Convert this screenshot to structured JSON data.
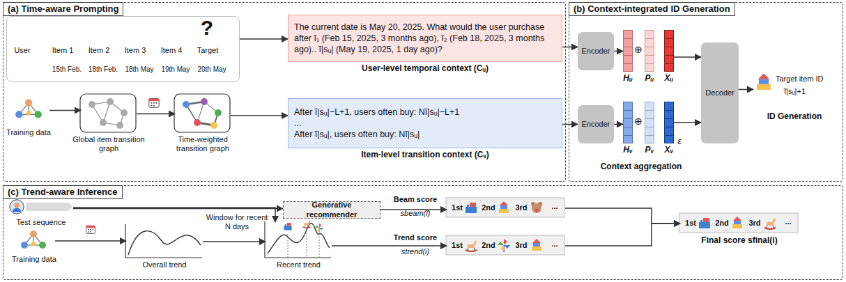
{
  "diagram": {
    "nodes": [
      {
        "text": [
          "(a) Time-aware Prompting"
        ]
      },
      {
        "text": [
          "User",
          "Item 1",
          "Item 2",
          "Item 3",
          "Item 4",
          "Target",
          "15th Feb.",
          "18th Feb.",
          "18th May",
          "19th May",
          "20th May"
        ],
        "in": 0
      },
      {
        "text": [
          "The current date is May 20, 2025. What would the user purchase after ĩ₁ (Feb 15, 2025, 3 months ago), ĩ₂ (Feb 18, 2025, 3 months ago).. ĩ|sᵤ| (May 19, 2025, 1 day ago)?",
          "User-level temporal context (Cᵤ)"
        ],
        "in": 0
      },
      {
        "text": [
          "Training data"
        ],
        "in": 0
      },
      {
        "text": [
          "Global item transition graph"
        ],
        "in": 0
      },
      {
        "text": [
          "Time-weighted transition graph"
        ],
        "in": 0
      },
      {
        "text": [
          "After ĩ|sᵤ|−L+1, users often buy: Nĩ|sᵤ|−L+1",
          "...",
          "After ĩ|sᵤ|, users often buy: Nĩ|sᵤ|",
          "Item-level transition context (Cᵥ)"
        ],
        "in": 0
      },
      {
        "text": [
          "(b) Context-integrated ID Generation"
        ]
      },
      {
        "text": [
          "Encoder"
        ],
        "in": 7
      },
      {
        "text": [
          "Hᵤ"
        ],
        "in": 7
      },
      {
        "text": [
          "Pᵤ"
        ],
        "in": 7
      },
      {
        "text": [
          "Xᵤ"
        ],
        "in": 7
      },
      {
        "text": [
          "Encoder"
        ],
        "in": 7
      },
      {
        "text": [
          "Hᵥ"
        ],
        "in": 7
      },
      {
        "text": [
          "Pᵥ"
        ],
        "in": 7
      },
      {
        "text": [
          "Xᵥ"
        ],
        "in": 7
      },
      {
        "text": [
          "Decoder"
        ],
        "in": 7
      },
      {
        "text": [
          "Target item ID",
          "ĩ|sᵤ|+1"
        ],
        "in": 7
      },
      {
        "text": [
          "(c) Trend-aware Inference"
        ]
      },
      {
        "text": [
          "Test sequence"
        ],
        "in": 18
      },
      {
        "text": [
          "Training data"
        ],
        "in": 18
      },
      {
        "text": [
          "Overall trend"
        ],
        "in": 18
      },
      {
        "text": [
          "Generative recommender"
        ],
        "in": 18
      },
      {
        "text": [
          "Recent trend"
        ],
        "in": 18
      },
      {
        "text": [
          "1st",
          "2nd",
          "3rd",
          "..."
        ],
        "in": 18
      },
      {
        "text": [
          "1st",
          "2nd",
          "3rd",
          "..."
        ],
        "in": 18
      },
      {
        "text": [
          "1st",
          "2nd",
          "3rd",
          "...",
          "Final score sfinal(i)"
        ],
        "in": 18
      }
    ],
    "edges": [
      {
        "from": 1,
        "to": 2,
        "arrow": "to"
      },
      {
        "from": 3,
        "to": 4,
        "arrow": "to"
      },
      {
        "from": 4,
        "to": 5,
        "arrow": "to"
      },
      {
        "from": 5,
        "to": 6,
        "arrow": "to"
      },
      {
        "from": 2,
        "to": 8,
        "arrow": "to"
      },
      {
        "from": 6,
        "to": 12,
        "arrow": "to"
      },
      {
        "from": 8,
        "to": 9,
        "arrow": "to"
      },
      {
        "from": 12,
        "to": 13,
        "arrow": "to"
      },
      {
        "from": 11,
        "to": 16,
        "arrow": "to"
      },
      {
        "from": 15,
        "to": 16,
        "arrow": "to"
      },
      {
        "from": 16,
        "to": 17,
        "arrow": "to"
      },
      {
        "from": 19,
        "to": 22,
        "arrow": "to"
      },
      {
        "from": 19,
        "to": 23,
        "arrow": "to"
      },
      {
        "from": 20,
        "to": 21,
        "arrow": "to"
      },
      {
        "from": 21,
        "to": 23,
        "arrow": "to"
      },
      {
        "from": 22,
        "to": 24,
        "arrow": "to"
      },
      {
        "from": 23,
        "to": 25,
        "arrow": "to"
      },
      {
        "from": 24,
        "to": 26,
        "arrow": "to"
      },
      {
        "from": 25,
        "to": 26,
        "arrow": "to"
      }
    ],
    "labels": [
      "?",
      "⊕",
      "⊕",
      "ε",
      "Context aggregation",
      "ID Generation",
      "Window for recent N days",
      "Beam score",
      "sbeam(ĩ)",
      "Trend score",
      "strend(i)"
    ]
  }
}
